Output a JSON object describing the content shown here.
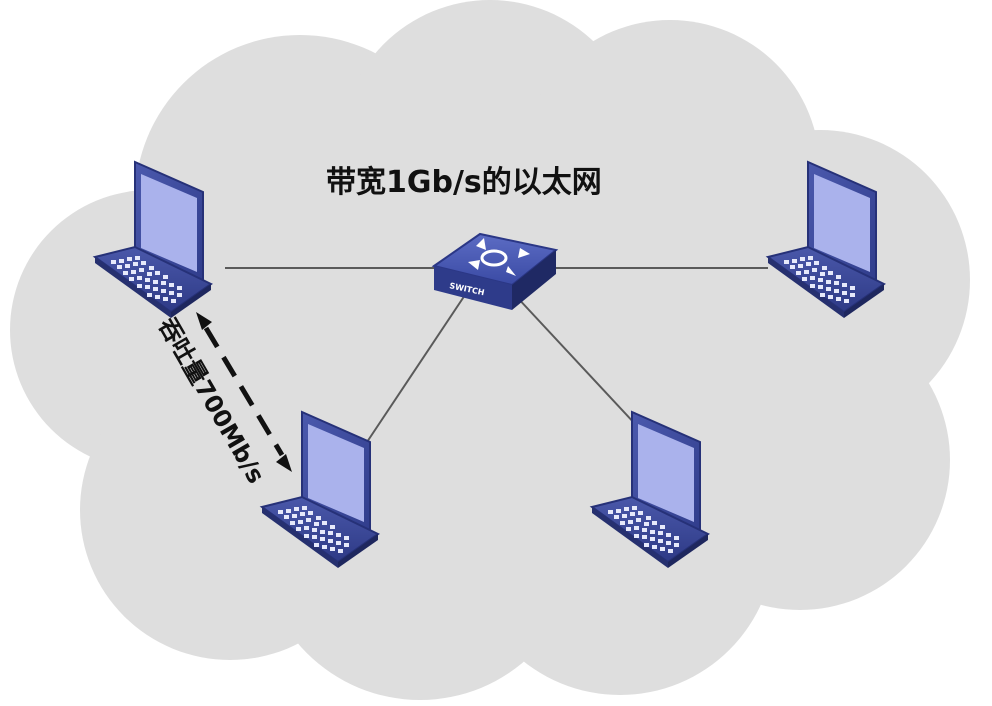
{
  "network": {
    "title": "带宽1Gb/s的以太网",
    "throughput_label": "吞吐量700Mb/s"
  },
  "switch": {
    "label": "SWITCH",
    "icon": "switch-icon"
  },
  "laptops": [
    {
      "name": "laptop-top-left",
      "icon": "laptop-icon"
    },
    {
      "name": "laptop-top-right",
      "icon": "laptop-icon"
    },
    {
      "name": "laptop-bottom-left",
      "icon": "laptop-icon"
    },
    {
      "name": "laptop-bottom-right",
      "icon": "laptop-icon"
    }
  ],
  "colors": {
    "cloud": "#dedede",
    "link": "#5a5a5a",
    "device_blue": "#3c4a9a",
    "screen": "#aab2ec",
    "text": "#111111"
  }
}
